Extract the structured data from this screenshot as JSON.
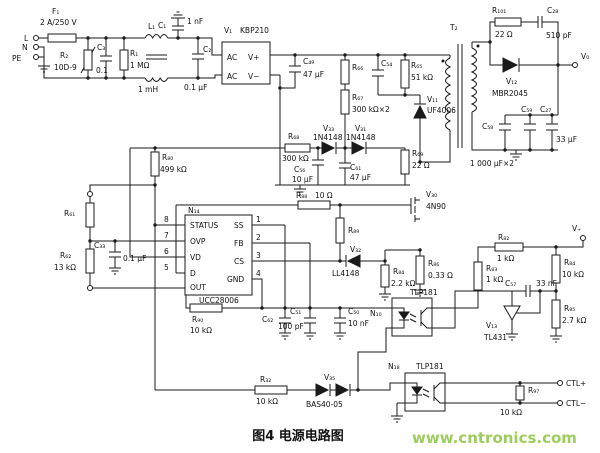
{
  "figure": {
    "caption": "图4  电源电路图",
    "watermark": "www.cntronics.com"
  },
  "colors": {
    "wire": "#1a1a1a",
    "text": "#111111",
    "watermark": "#8dc63f",
    "background": "#ffffff"
  },
  "labels": {
    "f1_ref": "F₁",
    "f1_val": "2 A/250 V",
    "term_l": "L",
    "term_n": "N",
    "term_pe": "PE",
    "r2_ref": "R₂",
    "r2_val": "10D-9",
    "c3_ref": "C₃",
    "c3_val": "0.1",
    "r1_ref": "R₁",
    "r1_val": "1 MΩ",
    "l1_ref": "L₁",
    "l1_val": "1 mH",
    "c1_ref": "C₁",
    "c1_val": "1 nF",
    "c2_ref": "C₂",
    "c2_val": "0.1 μF",
    "v1_ref": "V₁",
    "v1_val": "KBP210",
    "b_ac1": "AC",
    "b_ac2": "AC",
    "b_vp": "V+",
    "b_vm": "V−",
    "c49_ref": "C₄₉",
    "c49_val": "47 μF",
    "r66_ref": "R₆₆",
    "r67_ref": "R₆₇",
    "r6667_val": "300 kΩ×2",
    "c54_ref": "C₅₄",
    "r65_ref": "R₆₅",
    "r65_val": "51 kΩ",
    "v11_ref": "V₁₁",
    "v11_val": "UF4006",
    "r68_ref": "R₆₈",
    "r68_val": "300 kΩ",
    "v33_ref": "V₃₃",
    "v33_val": "1N4148",
    "v31_ref": "V₃₁",
    "v31_val": "1N4148",
    "r69_ref": "R₆₉",
    "r69_val": "22 Ω",
    "c56_ref": "C₅₆",
    "c56_val": "10 μF",
    "c61_ref": "C₆₁",
    "c61_val": "47 μF",
    "r80_ref": "R₈₀",
    "r80_val": "499 kΩ",
    "t2_ref": "T₂",
    "r101_ref": "R₁₀₁",
    "r101_val": "22 Ω",
    "c28_ref": "C₂₈",
    "c28_val": "510 pF",
    "v12_ref": "V₁₂",
    "v12_val": "MBR2045",
    "vo_label": "V₀",
    "c58_ref": "C₅₈",
    "c58_val": "1 000 μF×2",
    "c59_ref": "C₅₉",
    "c27_ref": "C₂₇",
    "c27_val": "33 μF",
    "n14_ref": "N₁₄",
    "ic_name": "UCC28006",
    "pin_status": "STATUS",
    "pin_ovp": "OVP",
    "pin_vd": "VD",
    "pin_d": "D",
    "pin_out": "OUT",
    "pin_ss": "SS",
    "pin_fb": "FB",
    "pin_cs": "CS",
    "pin_gnd": "GND",
    "num8": "8",
    "num7": "7",
    "num6": "6",
    "num5": "5",
    "num1": "1",
    "num2": "2",
    "num3": "3",
    "num4": "4",
    "r61_ref": "R₆₁",
    "r62_ref": "R₆₂",
    "r62_val": "13 kΩ",
    "c33_ref": "C₃₃",
    "c33_val": "0.1 μF",
    "r88_ref": "R₈₈",
    "r88_val": "10 Ω",
    "v30_ref": "V₃₀",
    "v30_val": "4N90",
    "r89_ref": "R₈₉",
    "v32_ref": "V₃₂",
    "v32_val": "LL4148",
    "r84s_ref": "R₈₄",
    "r84s_val": "2.2 kΩ",
    "r86_ref": "R₈₆",
    "r86_val": "0.33 Ω",
    "r90_ref": "R₉₀",
    "r90_val": "10 kΩ",
    "c62_ref": "C₆₂",
    "c51_ref": "C₅₁",
    "c51_val": "100 pF",
    "c50_ref": "C₅₀",
    "c50_val": "10 nF",
    "n10_ref": "N₁₀",
    "n10_val": "TLP181",
    "vplus_label": "V₊",
    "r82_ref": "R₈₂",
    "r82_val": "1 kΩ",
    "r83_ref": "R₈₃",
    "r83_val": "1 kΩ",
    "r84d_ref": "R₈₄",
    "r84d_val": "10 kΩ",
    "c57_ref": "C₅₇",
    "c57_val": "33 nF",
    "v13_ref": "V₁₃",
    "v13_val": "TL431",
    "r85_ref": "R₈₅",
    "r85_val": "2.7 kΩ",
    "r32_ref": "R₃₂",
    "r32_val": "10 kΩ",
    "v35_ref": "V₃₅",
    "v35_val": "BAS40-05",
    "n18_ref": "N₁₈",
    "n18_val": "TLP181",
    "r97_ref": "R₉₇",
    "r97_val": "10 kΩ",
    "ctl_plus": "CTL+",
    "ctl_minus": "CTL−"
  }
}
